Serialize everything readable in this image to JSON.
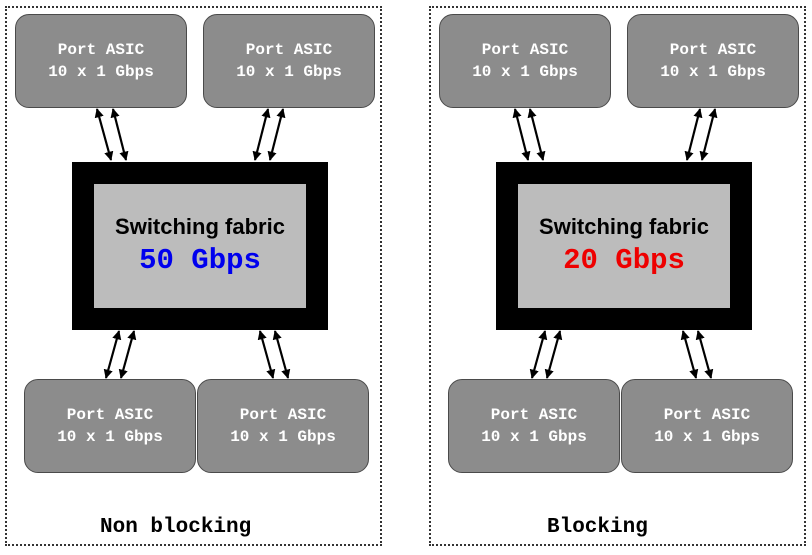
{
  "panels": [
    {
      "label": "Non blocking",
      "fabric": {
        "title": "Switching fabric",
        "rate": "50 Gbps",
        "rate_color": "#0000ee"
      },
      "asics": [
        {
          "line1": "Port ASIC",
          "line2": "10 x 1 Gbps"
        },
        {
          "line1": "Port ASIC",
          "line2": "10 x 1 Gbps"
        },
        {
          "line1": "Port ASIC",
          "line2": "10 x 1 Gbps"
        },
        {
          "line1": "Port ASIC",
          "line2": "10 x 1 Gbps"
        }
      ]
    },
    {
      "label": "Blocking",
      "fabric": {
        "title": "Switching fabric",
        "rate": "20 Gbps",
        "rate_color": "#ee0000"
      },
      "asics": [
        {
          "line1": "Port ASIC",
          "line2": "10 x 1 Gbps"
        },
        {
          "line1": "Port ASIC",
          "line2": "10 x 1 Gbps"
        },
        {
          "line1": "Port ASIC",
          "line2": "10 x 1 Gbps"
        },
        {
          "line1": "Port ASIC",
          "line2": "10 x 1 Gbps"
        }
      ]
    }
  ],
  "colors": {
    "asic_fill": "#8c8c8c",
    "fabric_border": "#000000",
    "fabric_fill": "#bcbcbc"
  }
}
